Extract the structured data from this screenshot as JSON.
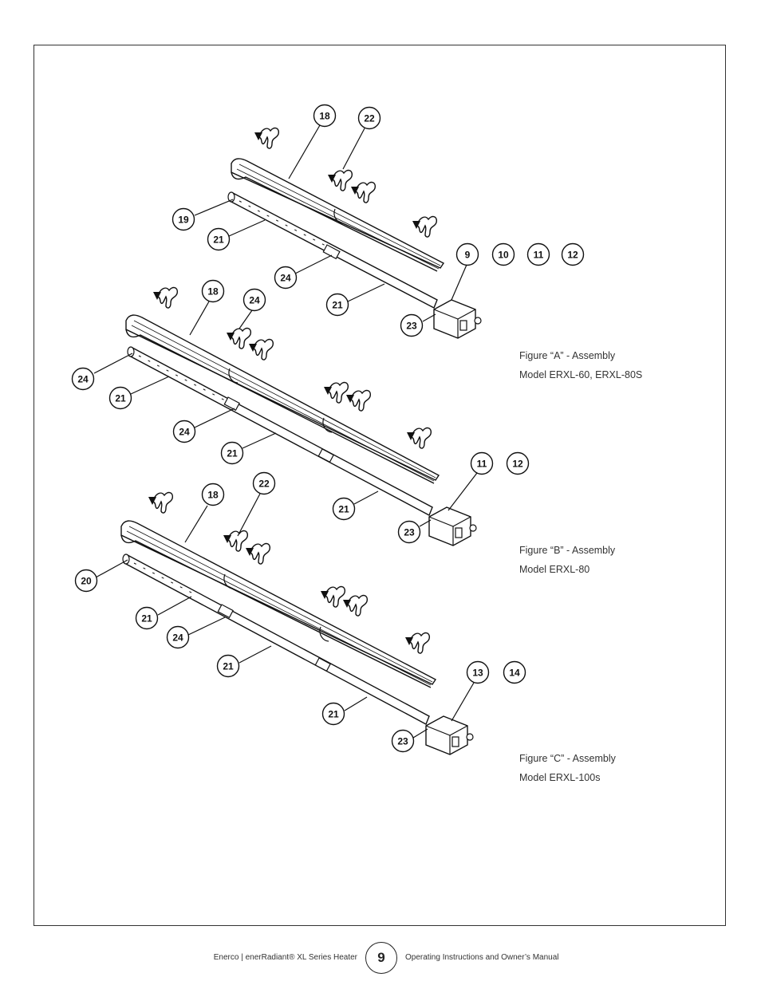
{
  "figures": [
    {
      "caption_title": "Figure “A” - Assembly",
      "caption_model": "Model ERXL-60, ERXL-80S",
      "callouts": [
        "18",
        "22",
        "19",
        "21",
        "24",
        "21",
        "23",
        "9",
        "10",
        "11",
        "12"
      ]
    },
    {
      "caption_title": "Figure “B” - Assembly",
      "caption_model": "Model ERXL-80",
      "callouts": [
        "18",
        "24",
        "24",
        "21",
        "24",
        "21",
        "21",
        "23",
        "11",
        "12"
      ]
    },
    {
      "caption_title": "Figure “C” - Assembly",
      "caption_model": "Model ERXL-100s",
      "callouts": [
        "18",
        "22",
        "20",
        "21",
        "24",
        "21",
        "21",
        "23",
        "13",
        "14"
      ]
    }
  ],
  "footer": {
    "left_text": "Enerco | enerRadiant® XL Series Heater",
    "page_number": "9",
    "right_text": "Operating Instructions and Owner’s Manual"
  }
}
